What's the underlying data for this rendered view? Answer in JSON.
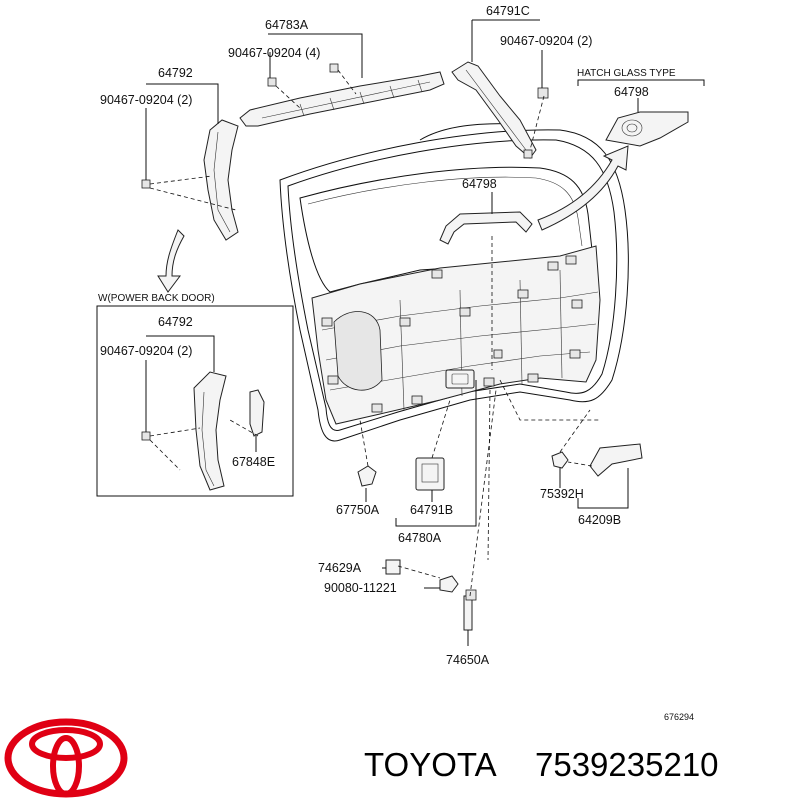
{
  "parts": {
    "p64783a": "64783A",
    "p90467_4": "90467-09204 (4)",
    "p64791c": "64791C",
    "p90467_2c": "90467-09204 (2)",
    "p64792_top": "64792",
    "p90467_2_top": "90467-09204 (2)",
    "hatch_glass_type": "HATCH GLASS TYPE",
    "p64798_box": "64798",
    "p64798_mid": "64798",
    "power_back_door": "W(POWER BACK DOOR)",
    "p64792_box": "64792",
    "p90467_2_box": "90467-09204 (2)",
    "p67848e": "67848E",
    "p67750a": "67750A",
    "p64791b": "64791B",
    "p64780a": "64780A",
    "p75392h": "75392H",
    "p64209b": "64209B",
    "p74629a": "74629A",
    "p90080": "90080-11221",
    "p74650a": "74650A"
  },
  "diagram_id": "676294",
  "brand": {
    "name": "TOYOTA",
    "part_number": "7539235210",
    "logo_color": "#e00014"
  }
}
